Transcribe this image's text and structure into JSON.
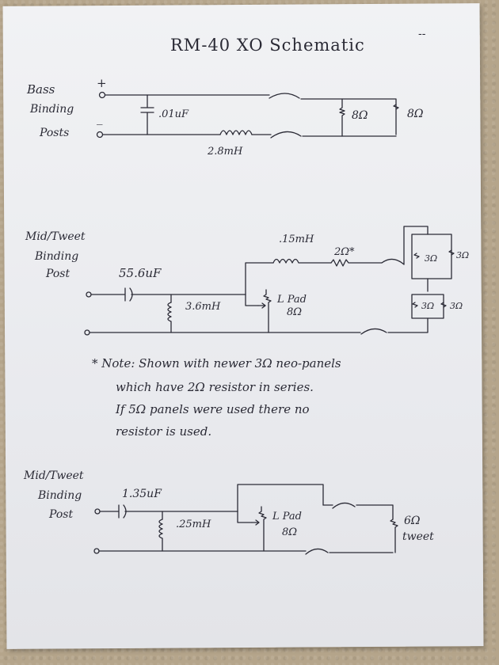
{
  "title": "RM-40  XO Schematic",
  "corner_mark": "--",
  "bass": {
    "label_lines": [
      "Bass",
      "Binding",
      "Posts"
    ],
    "plus": "+",
    "minus": "_",
    "cap": ".01uF",
    "inductor": "2.8mH",
    "r1": "8Ω",
    "r2": "8Ω"
  },
  "mid1": {
    "label_lines": [
      "Mid/Tweet",
      "Binding",
      "Post"
    ],
    "cap": "55.6uF",
    "ind_shunt": "3.6mH",
    "ind_series": ".15mH",
    "resistor": "2Ω*",
    "lpad_line1": "L Pad",
    "lpad_line2": "8Ω",
    "panel_a": "3Ω",
    "panel_b": "3Ω",
    "panel_c": "3Ω",
    "panel_d": "3Ω"
  },
  "note": {
    "line1": "* Note: Shown  with newer 3Ω neo-panels",
    "line2": "which  have  2Ω resistor in series.",
    "line3": "If  5Ω panels  were  used  there  no",
    "line4": "resistor  is  used."
  },
  "mid2": {
    "label_lines": [
      "Mid/Tweet",
      "Binding",
      "Post"
    ],
    "cap": "1.35uF",
    "ind_shunt": ".25mH",
    "lpad_line1": "L Pad",
    "lpad_line2": "8Ω",
    "load_line1": "6Ω",
    "load_line2": "tweet"
  }
}
